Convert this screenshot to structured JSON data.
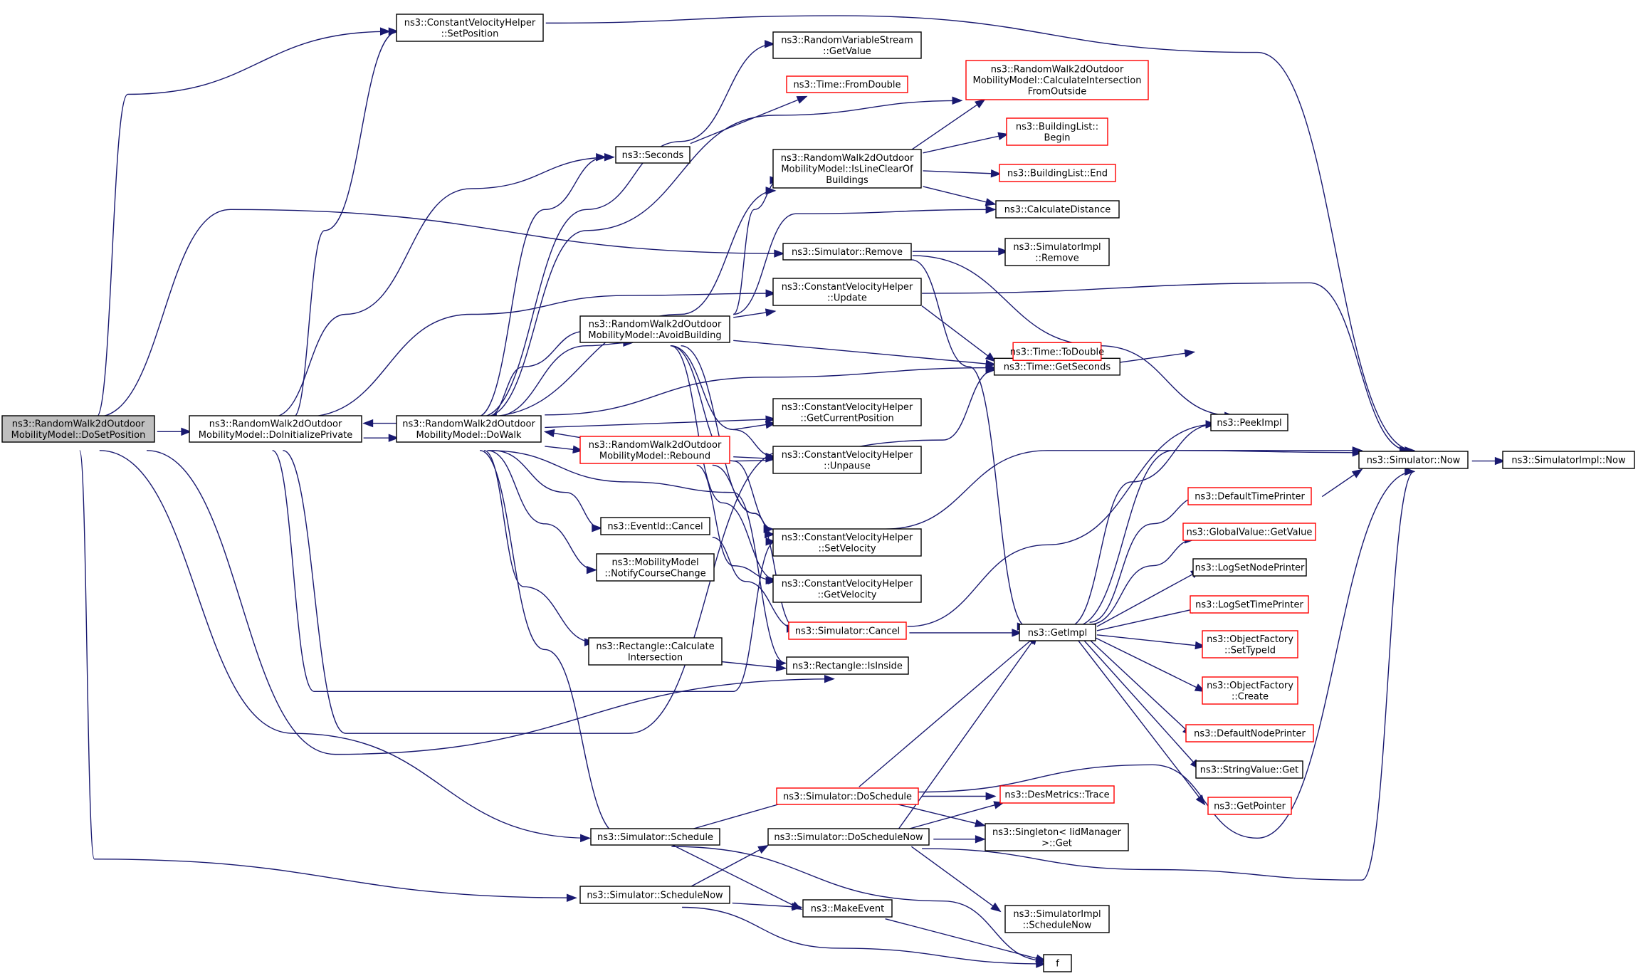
{
  "colors": {
    "edge": "#191970",
    "border": "#000000",
    "highlight_border": "#ff0000",
    "root_fill": "#bfbfbf",
    "node_fill": "#ffffff"
  },
  "nodes": [
    {
      "id": "root",
      "lines": [
        "ns3::RandomWalk2dOutdoor",
        "MobilityModel::DoSetPosition"
      ],
      "style": "root"
    },
    {
      "id": "doinit",
      "lines": [
        "ns3::RandomWalk2dOutdoor",
        "MobilityModel::DoInitializePrivate"
      ],
      "style": "normal"
    },
    {
      "id": "dowalk",
      "lines": [
        "ns3::RandomWalk2dOutdoor",
        "MobilityModel::DoWalk"
      ],
      "style": "normal"
    },
    {
      "id": "cvh_setpos",
      "lines": [
        "ns3::ConstantVelocityHelper",
        "::SetPosition"
      ],
      "style": "normal"
    },
    {
      "id": "seconds",
      "lines": [
        "ns3::Seconds"
      ],
      "style": "normal"
    },
    {
      "id": "avoid",
      "lines": [
        "ns3::RandomWalk2dOutdoor",
        "MobilityModel::AvoidBuilding"
      ],
      "style": "normal"
    },
    {
      "id": "rebound",
      "lines": [
        "ns3::RandomWalk2dOutdoor",
        "MobilityModel::Rebound"
      ],
      "style": "red"
    },
    {
      "id": "evcancel",
      "lines": [
        "ns3::EventId::Cancel"
      ],
      "style": "normal"
    },
    {
      "id": "notify",
      "lines": [
        "ns3::MobilityModel",
        "::NotifyCourseChange"
      ],
      "style": "normal"
    },
    {
      "id": "rect_calc",
      "lines": [
        "ns3::Rectangle::Calculate",
        "Intersection"
      ],
      "style": "normal"
    },
    {
      "id": "sched",
      "lines": [
        "ns3::Simulator::Schedule"
      ],
      "style": "normal"
    },
    {
      "id": "schednow",
      "lines": [
        "ns3::Simulator::ScheduleNow"
      ],
      "style": "normal"
    },
    {
      "id": "rvs_getval",
      "lines": [
        "ns3::RandomVariableStream",
        "::GetValue"
      ],
      "style": "normal"
    },
    {
      "id": "fromdouble",
      "lines": [
        "ns3::Time::FromDouble"
      ],
      "style": "red"
    },
    {
      "id": "lineclear",
      "lines": [
        "ns3::RandomWalk2dOutdoor",
        "MobilityModel::IsLineClearOf",
        "Buildings"
      ],
      "style": "normal"
    },
    {
      "id": "simremove",
      "lines": [
        "ns3::Simulator::Remove"
      ],
      "style": "normal"
    },
    {
      "id": "cvh_update",
      "lines": [
        "ns3::ConstantVelocityHelper",
        "::Update"
      ],
      "style": "normal"
    },
    {
      "id": "cvh_getcur",
      "lines": [
        "ns3::ConstantVelocityHelper",
        "::GetCurrentPosition"
      ],
      "style": "normal"
    },
    {
      "id": "cvh_unpause",
      "lines": [
        "ns3::ConstantVelocityHelper",
        "::Unpause"
      ],
      "style": "normal"
    },
    {
      "id": "cvh_setvel",
      "lines": [
        "ns3::ConstantVelocityHelper",
        "::SetVelocity"
      ],
      "style": "normal"
    },
    {
      "id": "cvh_getvel",
      "lines": [
        "ns3::ConstantVelocityHelper",
        "::GetVelocity"
      ],
      "style": "normal"
    },
    {
      "id": "simcancel",
      "lines": [
        "ns3::Simulator::Cancel"
      ],
      "style": "red"
    },
    {
      "id": "isinside",
      "lines": [
        "ns3::Rectangle::IsInside"
      ],
      "style": "normal"
    },
    {
      "id": "dosched",
      "lines": [
        "ns3::Simulator::DoSchedule"
      ],
      "style": "red"
    },
    {
      "id": "doschednow",
      "lines": [
        "ns3::Simulator::DoScheduleNow"
      ],
      "style": "normal"
    },
    {
      "id": "makeevent",
      "lines": [
        "ns3::MakeEvent"
      ],
      "style": "normal"
    },
    {
      "id": "calcinter",
      "lines": [
        "ns3::RandomWalk2dOutdoor",
        "MobilityModel::CalculateIntersection",
        "FromOutside"
      ],
      "style": "red"
    },
    {
      "id": "bl_begin",
      "lines": [
        "ns3::BuildingList::",
        "Begin"
      ],
      "style": "red"
    },
    {
      "id": "bl_end",
      "lines": [
        "ns3::BuildingList::End"
      ],
      "style": "red"
    },
    {
      "id": "calcdist",
      "lines": [
        "ns3::CalculateDistance"
      ],
      "style": "normal"
    },
    {
      "id": "simimpl_remove",
      "lines": [
        "ns3::SimulatorImpl",
        "::Remove"
      ],
      "style": "normal"
    },
    {
      "id": "getseconds",
      "lines": [
        "ns3::Time::GetSeconds"
      ],
      "style": "normal"
    },
    {
      "id": "todouble",
      "lines": [
        "ns3::Time::ToDouble"
      ],
      "style": "red"
    },
    {
      "id": "peekimpl",
      "lines": [
        "ns3::PeekImpl"
      ],
      "style": "normal"
    },
    {
      "id": "getimpl",
      "lines": [
        "ns3::GetImpl"
      ],
      "style": "normal"
    },
    {
      "id": "simnow",
      "lines": [
        "ns3::Simulator::Now"
      ],
      "style": "normal"
    },
    {
      "id": "simimplnow",
      "lines": [
        "ns3::SimulatorImpl::Now"
      ],
      "style": "normal"
    },
    {
      "id": "deftimeprinter",
      "lines": [
        "ns3::DefaultTimePrinter"
      ],
      "style": "red"
    },
    {
      "id": "gv_getvalue",
      "lines": [
        "ns3::GlobalValue::GetValue"
      ],
      "style": "red"
    },
    {
      "id": "logsetnode",
      "lines": [
        "ns3::LogSetNodePrinter"
      ],
      "style": "normal"
    },
    {
      "id": "logsettime",
      "lines": [
        "ns3::LogSetTimePrinter"
      ],
      "style": "red"
    },
    {
      "id": "of_settypeid",
      "lines": [
        "ns3::ObjectFactory",
        "::SetTypeId"
      ],
      "style": "red"
    },
    {
      "id": "of_create",
      "lines": [
        "ns3::ObjectFactory",
        "::Create"
      ],
      "style": "red"
    },
    {
      "id": "defnodeprinter",
      "lines": [
        "ns3::DefaultNodePrinter"
      ],
      "style": "red"
    },
    {
      "id": "stringget",
      "lines": [
        "ns3::StringValue::Get"
      ],
      "style": "normal"
    },
    {
      "id": "getpointer",
      "lines": [
        "ns3::GetPointer"
      ],
      "style": "red"
    },
    {
      "id": "destrace",
      "lines": [
        "ns3::DesMetrics::Trace"
      ],
      "style": "red"
    },
    {
      "id": "singleton",
      "lines": [
        "ns3::Singleton< IidManager",
        "  >::Get"
      ],
      "style": "normal"
    },
    {
      "id": "simimpl_schednow",
      "lines": [
        "ns3::SimulatorImpl",
        "::ScheduleNow"
      ],
      "style": "normal"
    },
    {
      "id": "f",
      "lines": [
        "f"
      ],
      "style": "normal"
    }
  ]
}
